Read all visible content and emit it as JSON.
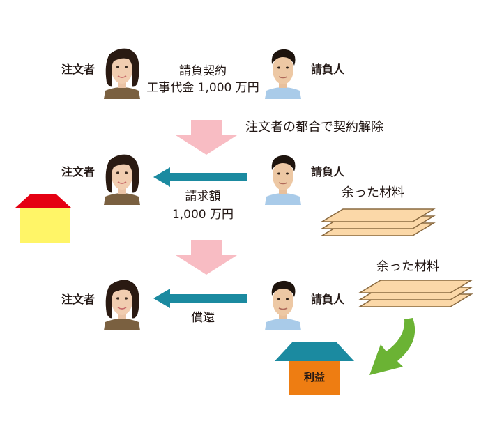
{
  "parties": {
    "client": "注文者",
    "contractor": "請負人"
  },
  "step1": {
    "contract": "請負契約",
    "price": "工事代金 1,000 万円"
  },
  "transition1": {
    "reason": "注文者の都合で契約解除"
  },
  "step2": {
    "claim_title": "請求額",
    "claim_amount": "1,000 万円",
    "leftover_materials": "余った材料"
  },
  "step3": {
    "repayment": "償還",
    "leftover_materials": "余った材料",
    "profit": "利益"
  },
  "colors": {
    "payment_arrow": "#1b8aa0",
    "transition_arrow": "#f8bcc3",
    "materials_arrow": "#6bb334",
    "house_roof_red": "#e50012",
    "house_wall_yellow": "#fff567",
    "house_roof_teal": "#1b8aa0",
    "house_wall_orange": "#ee7d12",
    "material_board": "#fbd8a8"
  },
  "icons": {
    "client_face": "woman-face-icon",
    "contractor_face": "man-face-icon",
    "house": "house-icon",
    "materials": "stacked-boards-icon"
  }
}
